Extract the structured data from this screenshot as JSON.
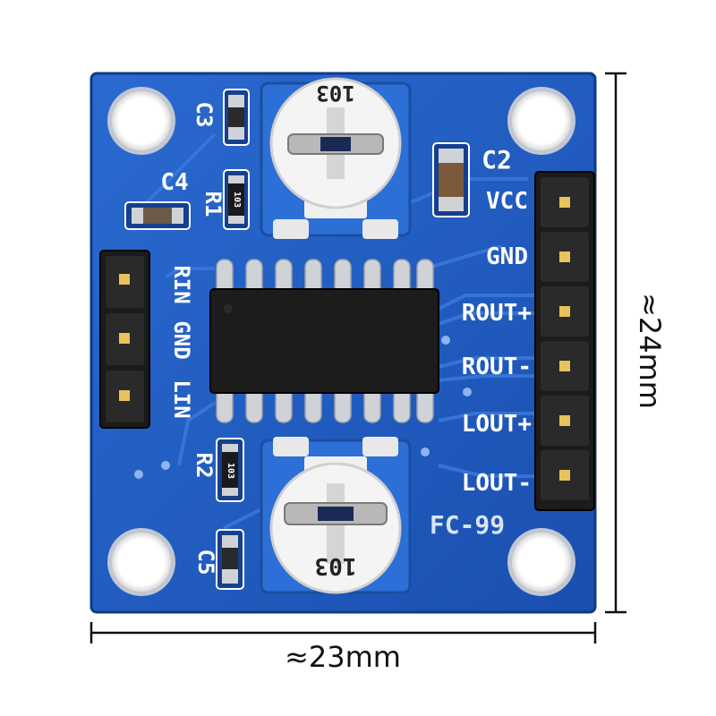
{
  "board": {
    "model": "FC-99",
    "caps": [
      "C3",
      "C4",
      "C2",
      "C5"
    ],
    "resistors": [
      "R1",
      "R2"
    ],
    "smd_code": "103",
    "pot_labels": [
      "103",
      "103"
    ],
    "left_header": [
      "RIN",
      "GND",
      "LIN"
    ],
    "right_header": [
      "VCC",
      "GND",
      "ROUT+",
      "ROUT-",
      "LOUT+",
      "LOUT-"
    ]
  },
  "dimensions": {
    "width": "≈23mm",
    "height": "≈24mm"
  },
  "colors": {
    "pcb": "#1f5fc4",
    "pcb_dark": "#163f8e",
    "silkscreen": "#ffffff",
    "chip": "#1a1a1a",
    "pin": "#cfd3d8",
    "header": "#1b1b1b",
    "pot_blue": "#2c6fd6",
    "pot_white": "#f4f4f4"
  }
}
